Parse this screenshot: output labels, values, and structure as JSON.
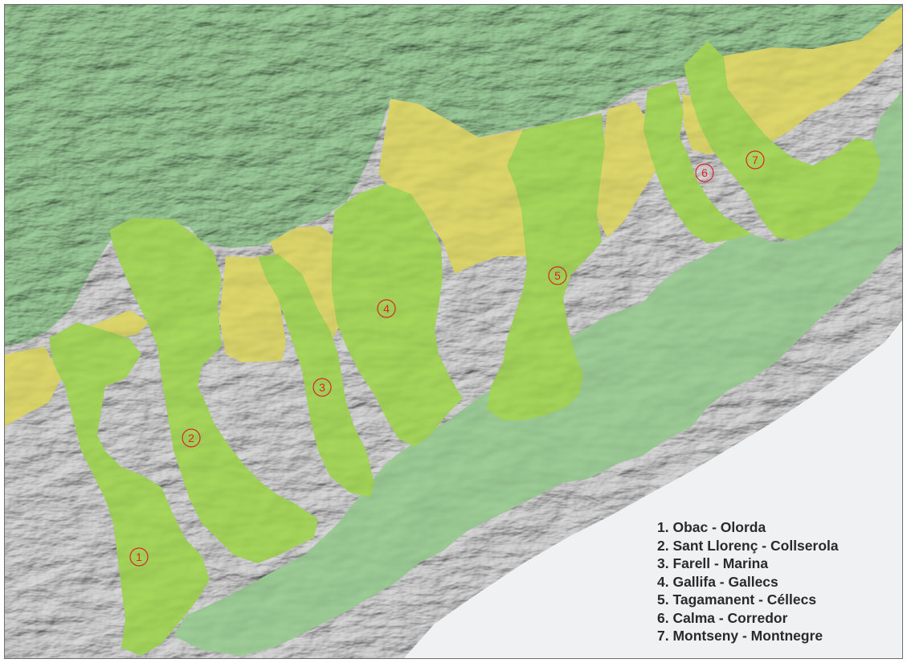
{
  "map": {
    "colors": {
      "mountains": "#8fbb8d",
      "coastal_range": "#9ccb95",
      "connector_green": "#a4d55a",
      "connector_yellow": "#dbd56a",
      "lowland": "#c6c6c6",
      "sea": "#f0f1f2",
      "marker": "#d7262c"
    },
    "markers": [
      {
        "id": 1,
        "label": "1"
      },
      {
        "id": 2,
        "label": "2"
      },
      {
        "id": 3,
        "label": "3"
      },
      {
        "id": 4,
        "label": "4"
      },
      {
        "id": 5,
        "label": "5"
      },
      {
        "id": 6,
        "label": "6"
      },
      {
        "id": 7,
        "label": "7"
      }
    ],
    "legend": [
      "1. Obac - Olorda",
      "2. Sant Llorenç - Collserola",
      "3. Farell - Marina",
      "4. Gallifa - Gallecs",
      "5. Tagamanent - Céllecs",
      "6. Calma - Corredor",
      "7. Montseny - Montnegre"
    ]
  }
}
